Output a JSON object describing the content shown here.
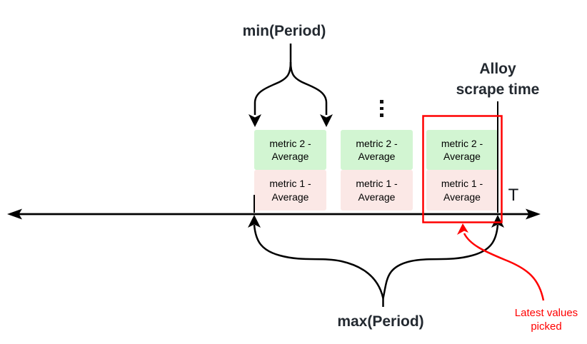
{
  "labels": {
    "min_period": "min(Period)",
    "max_period": "max(Period)",
    "alloy_scrape_time": "Alloy\nscrape time",
    "axis_t": "T",
    "latest_values_picked": "Latest values\npicked"
  },
  "timeline": {
    "groups": [
      {
        "metric2": "metric 2 -\nAverage",
        "metric1": "metric 1 -\nAverage"
      },
      {
        "metric2": "metric 2 -\nAverage",
        "metric1": "metric 1 -\nAverage"
      },
      {
        "metric2": "metric 2 -\nAverage",
        "metric1": "metric 1 -\nAverage"
      }
    ],
    "ellipsis_icon": "vertical-ellipsis"
  },
  "colors": {
    "metric2_fill": "#d2f5d2",
    "metric1_fill": "#fbe8e6",
    "highlight_red": "#ff0000",
    "line_black": "#000000",
    "title_text": "#232930"
  }
}
